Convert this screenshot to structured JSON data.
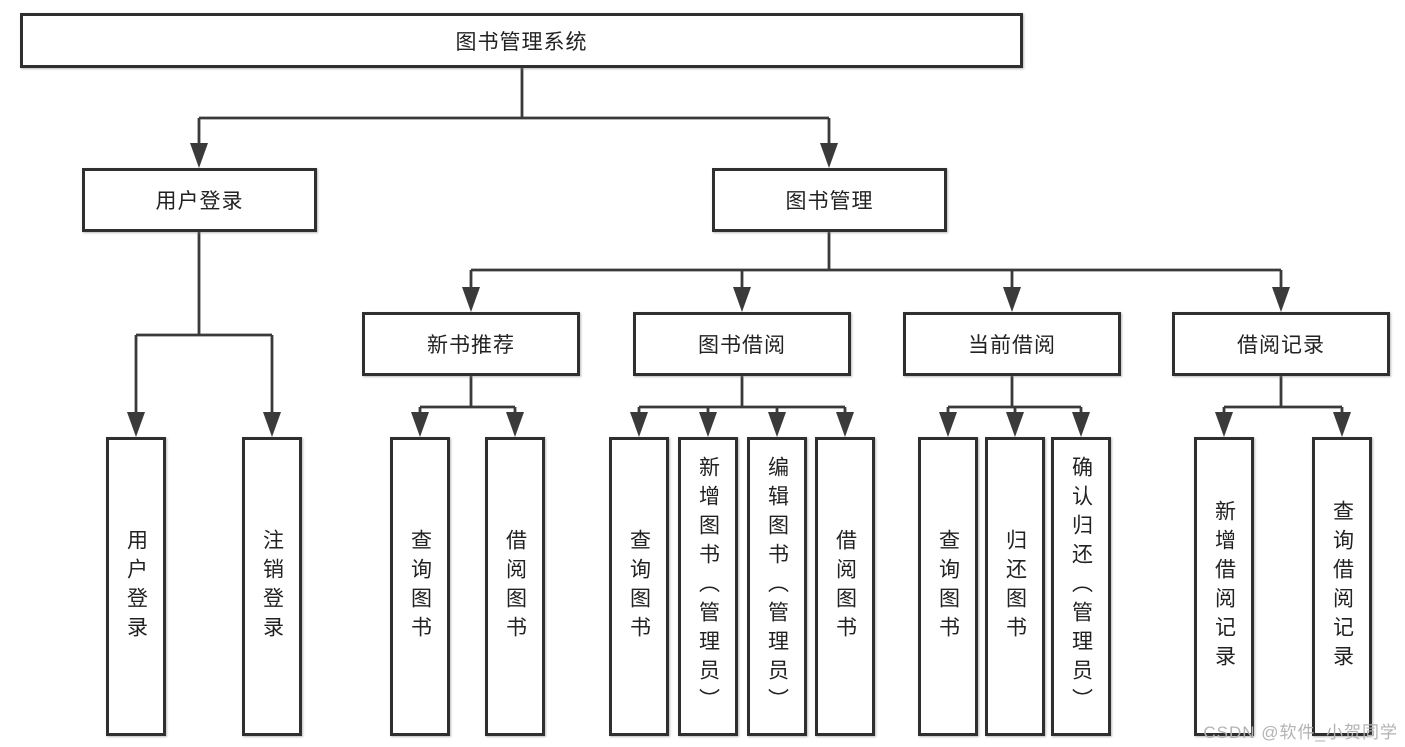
{
  "colors": {
    "box_border": "#2f2f2f",
    "connector": "#3a3a3a",
    "text": "#222222",
    "watermark_text": "#b3b3b3",
    "background": "#ffffff"
  },
  "diagram": {
    "root": {
      "label": "图书管理系统",
      "children": [
        {
          "label": "用户登录",
          "children": [
            {
              "label": "用户登录"
            },
            {
              "label": "注销登录"
            }
          ]
        },
        {
          "label": "图书管理",
          "children": [
            {
              "label": "新书推荐",
              "children": [
                {
                  "label": "查询图书"
                },
                {
                  "label": "借阅图书"
                }
              ]
            },
            {
              "label": "图书借阅",
              "children": [
                {
                  "label": "查询图书"
                },
                {
                  "label": "新增图书（管理员）"
                },
                {
                  "label": "编辑图书（管理员）"
                },
                {
                  "label": "借阅图书"
                }
              ]
            },
            {
              "label": "当前借阅",
              "children": [
                {
                  "label": "查询图书"
                },
                {
                  "label": "归还图书"
                },
                {
                  "label": "确认归还（管理员）"
                }
              ]
            },
            {
              "label": "借阅记录",
              "children": [
                {
                  "label": "新增借阅记录"
                },
                {
                  "label": "查询借阅记录"
                }
              ]
            }
          ]
        }
      ]
    }
  },
  "watermark": {
    "text": "CSDN @软件_小贺同学"
  }
}
